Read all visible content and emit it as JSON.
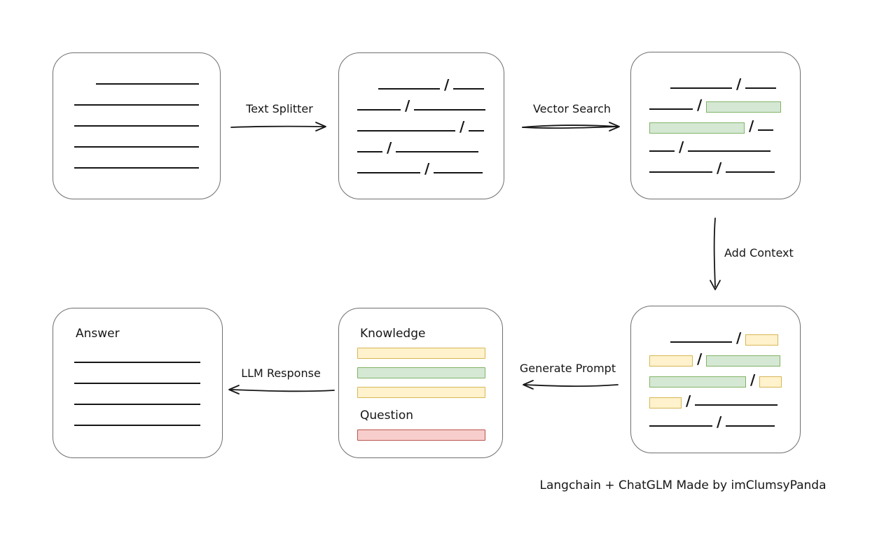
{
  "colors": {
    "background": "#ffffff",
    "box_border": "#6f6f6f",
    "line": "#161616",
    "text": "#161616",
    "green_fill": "#d5e8d4",
    "green_border": "#82b366",
    "yellow_fill": "#fff2cc",
    "yellow_border": "#d6b656",
    "red_fill": "#f8cecc",
    "red_border": "#b85450"
  },
  "slash": "/",
  "caption": "Langchain + ChatGLM Made by imClumsyPanda",
  "arrows": {
    "text_splitter": {
      "label": "Text Splitter"
    },
    "vector_search": {
      "label": "Vector Search"
    },
    "add_context": {
      "label": "Add Context"
    },
    "generate_prompt": {
      "label": "Generate Prompt"
    },
    "llm_response": {
      "label": "LLM Response"
    }
  },
  "boxes": {
    "document": {
      "lines": [
        {
          "w": 148,
          "ml": 31
        },
        {
          "w": 180,
          "ml": 0
        },
        {
          "w": 180,
          "ml": 0
        },
        {
          "w": 180,
          "ml": 0
        },
        {
          "w": 180,
          "ml": 0
        }
      ]
    },
    "split_chunks": {
      "rows": [
        [
          {
            "t": "line",
            "w": 88,
            "ml": 30
          },
          {
            "t": "slash"
          },
          {
            "t": "line",
            "w": 44
          }
        ],
        [
          {
            "t": "line",
            "w": 62
          },
          {
            "t": "slash"
          },
          {
            "t": "line",
            "w": 102
          }
        ],
        [
          {
            "t": "line",
            "w": 140
          },
          {
            "t": "slash"
          },
          {
            "t": "line",
            "w": 22
          }
        ],
        [
          {
            "t": "line",
            "w": 36
          },
          {
            "t": "slash"
          },
          {
            "t": "line",
            "w": 118
          }
        ],
        [
          {
            "t": "line",
            "w": 90
          },
          {
            "t": "slash"
          },
          {
            "t": "line",
            "w": 70
          }
        ]
      ]
    },
    "vector_matched": {
      "rows": [
        [
          {
            "t": "line",
            "w": 88,
            "ml": 30
          },
          {
            "t": "slash"
          },
          {
            "t": "line",
            "w": 44
          }
        ],
        [
          {
            "t": "line",
            "w": 62
          },
          {
            "t": "slash"
          },
          {
            "t": "green",
            "w": 107
          }
        ],
        [
          {
            "t": "green",
            "w": 136
          },
          {
            "t": "slash"
          },
          {
            "t": "line",
            "w": 22
          }
        ],
        [
          {
            "t": "line",
            "w": 36
          },
          {
            "t": "slash"
          },
          {
            "t": "line",
            "w": 118
          }
        ],
        [
          {
            "t": "line",
            "w": 90
          },
          {
            "t": "slash"
          },
          {
            "t": "line",
            "w": 70
          }
        ]
      ]
    },
    "context_chunks": {
      "rows": [
        [
          {
            "t": "line",
            "w": 88,
            "ml": 30
          },
          {
            "t": "slash"
          },
          {
            "t": "yellow",
            "w": 47
          }
        ],
        [
          {
            "t": "yellow",
            "w": 62
          },
          {
            "t": "slash"
          },
          {
            "t": "green",
            "w": 106
          }
        ],
        [
          {
            "t": "green",
            "w": 138
          },
          {
            "t": "slash"
          },
          {
            "t": "yellow",
            "w": 32
          }
        ],
        [
          {
            "t": "yellow",
            "w": 46
          },
          {
            "t": "slash"
          },
          {
            "t": "line",
            "w": 118
          }
        ],
        [
          {
            "t": "line",
            "w": 90
          },
          {
            "t": "slash"
          },
          {
            "t": "line",
            "w": 70
          }
        ]
      ]
    },
    "prompt": {
      "knowledge_label": "Knowledge",
      "bars": [
        "yellow",
        "green",
        "yellow"
      ],
      "question_label": "Question",
      "question_bars": [
        "red"
      ]
    },
    "answer": {
      "label": "Answer",
      "lines": [
        {
          "w": 180,
          "ml": 0
        },
        {
          "w": 180,
          "ml": 0
        },
        {
          "w": 180,
          "ml": 0
        },
        {
          "w": 180,
          "ml": 0
        }
      ]
    }
  }
}
